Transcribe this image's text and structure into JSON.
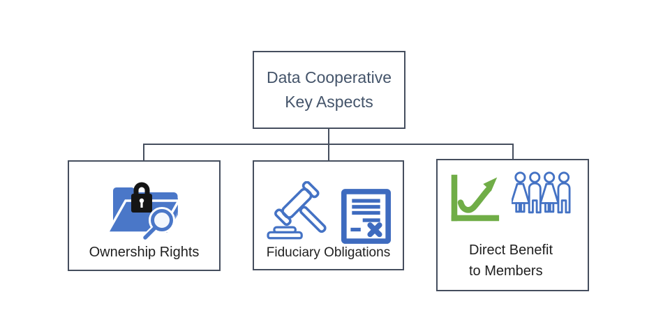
{
  "colors": {
    "border": "#454e5e",
    "title_text": "#44546A",
    "label_text": "#1f1f1f",
    "accent_blue": "#4472C4",
    "doc_blue": "#3e6bbf",
    "folder_blue": "#4a77c8",
    "folder_blue_light": "#7e9fdb",
    "green": "#70AD47",
    "lock_black": "#151515",
    "background": "#ffffff"
  },
  "diagram": {
    "root_title": "Data Cooperative\nKey Aspects",
    "children": [
      {
        "label": "Ownership Rights",
        "icons": [
          "folder-lock-search-icon"
        ]
      },
      {
        "label": "Fiduciary Obligations",
        "icons": [
          "gavel-icon",
          "contract-document-icon"
        ]
      },
      {
        "label": "Direct Benefit\nto Members",
        "icons": [
          "growth-chart-icon",
          "members-group-icon"
        ]
      }
    ]
  }
}
